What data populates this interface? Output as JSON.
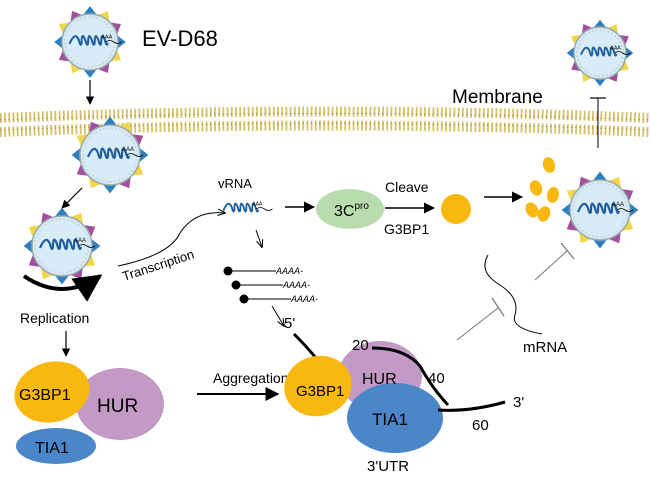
{
  "labels": {
    "virus": "EV-D68",
    "membrane": "Membrane",
    "vrna": "vRNA",
    "transcription": "Transcription",
    "protease_base": "3C",
    "protease_sup": "pro",
    "cleave": "Cleave",
    "g3bp1_cleaved": "G3BP1",
    "replication": "Replication",
    "aggregation": "Aggregation",
    "mrna": "mRNA",
    "five_prime": "5'",
    "three_prime": "3'",
    "utr": "3'UTR",
    "pos_20": "20",
    "pos_40": "40",
    "pos_60": "60",
    "polya": "AAAA-",
    "viral_tail": "AAA"
  },
  "proteins": {
    "g3bp1": "G3BP1",
    "hur": "HUR",
    "tia1": "TIA1"
  },
  "colors": {
    "g3bp1": "#f9b80f",
    "hur": "#c399c6",
    "tia1": "#4a86c8",
    "protease": "#b9dcae",
    "capsid_blue": "#2e7fc0",
    "capsid_yellow": "#f0d64a",
    "capsid_purple": "#a34f9e",
    "rna_blue": "#1f5f9c",
    "membrane": "#c8b040"
  }
}
